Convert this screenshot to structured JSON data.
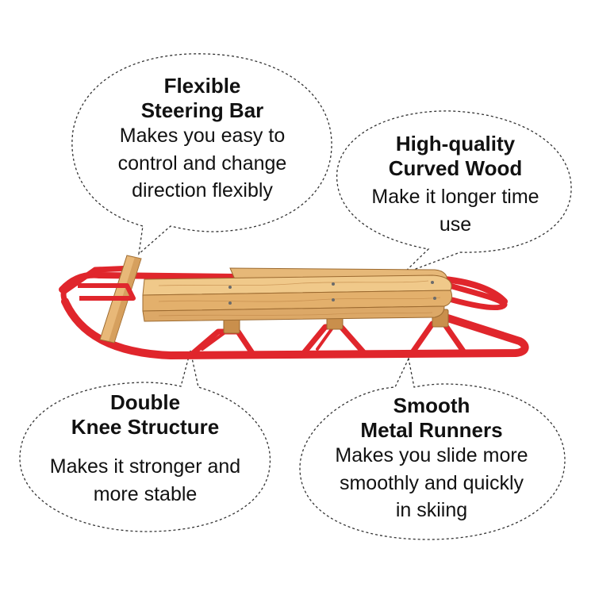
{
  "features": {
    "steering": {
      "title_line1": "Flexible",
      "title_line2": "Steering Bar",
      "desc_line1": "Makes you easy to",
      "desc_line2": "control and change",
      "desc_line3": "direction flexibly"
    },
    "wood": {
      "title_line1": "High-quality",
      "title_line2": "Curved Wood",
      "desc_line1": "Make it longer time",
      "desc_line2": "use"
    },
    "knee": {
      "title_line1": "Double",
      "title_line2": "Knee Structure",
      "desc_line1": "Makes it stronger and",
      "desc_line2": "more stable"
    },
    "runners": {
      "title_line1": "Smooth",
      "title_line2": "Metal Runners",
      "desc_line1": "Makes you slide more",
      "desc_line2": "smoothly and quickly",
      "desc_line3": "in skiing"
    }
  },
  "colors": {
    "frame_red": "#e0262c",
    "frame_shadow": "#b01a20",
    "wood_light": "#f0c98a",
    "wood_mid": "#dca867",
    "wood_dark": "#b9823f",
    "bubble_stroke": "#333333",
    "text": "#111111"
  }
}
